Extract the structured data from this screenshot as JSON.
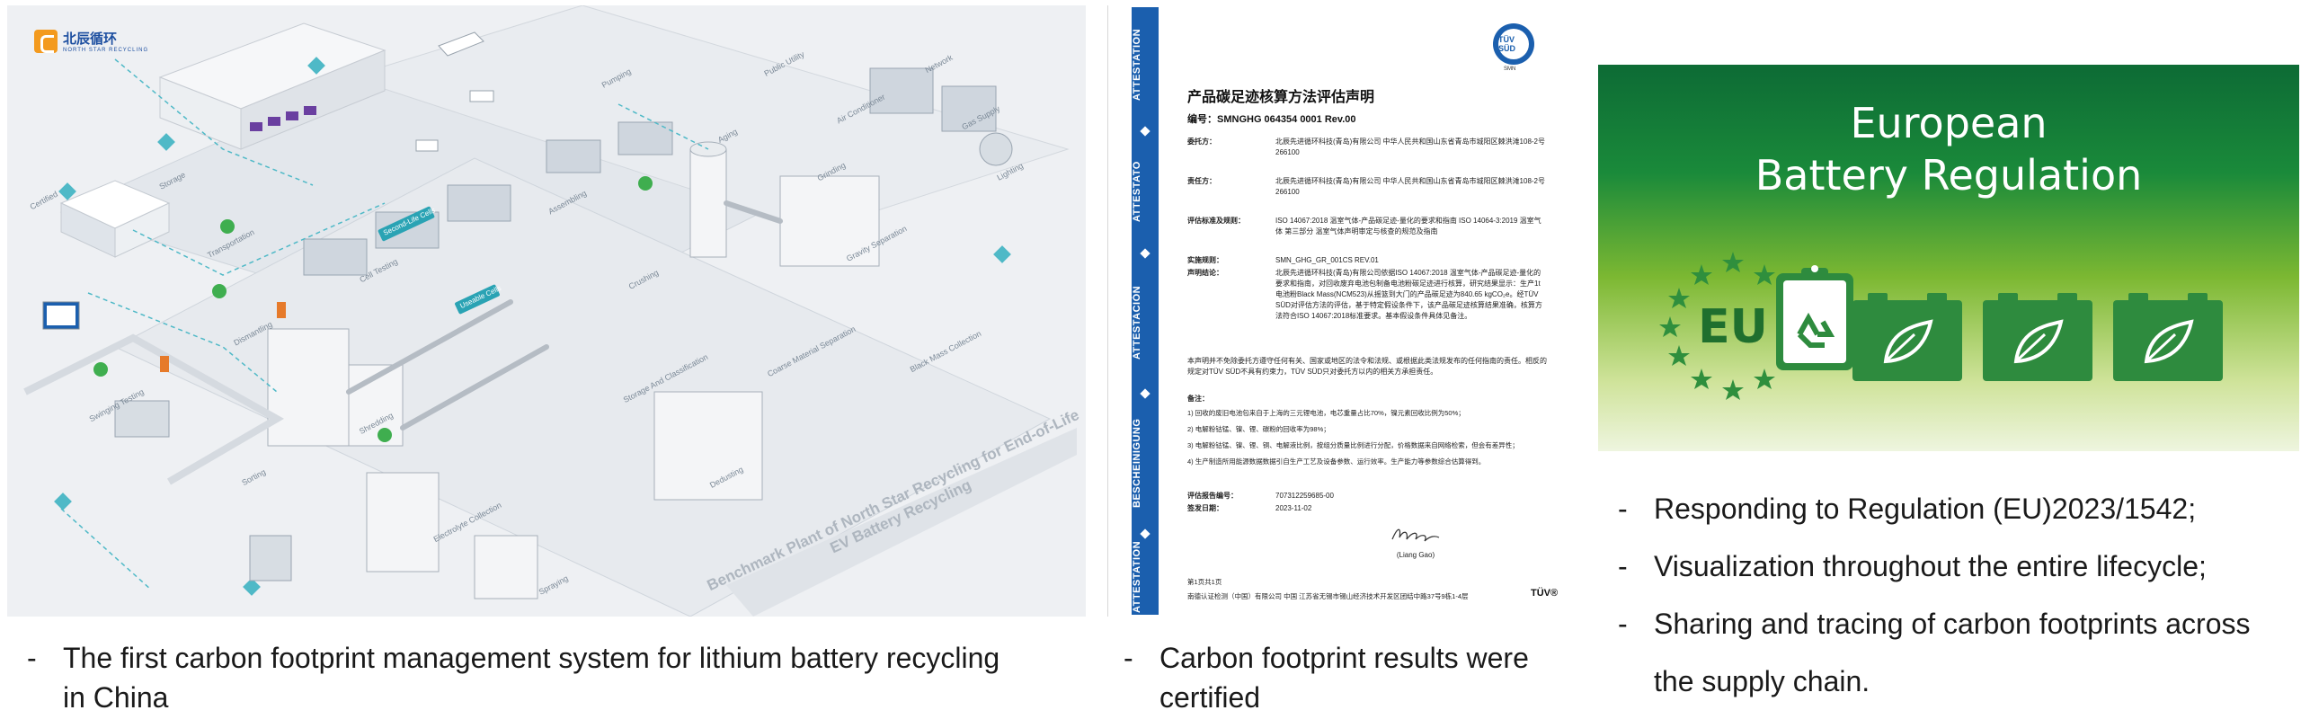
{
  "factory": {
    "logo_text": "北辰循环",
    "logo_sub": "NORTH STAR RECYCLING",
    "zones": [
      "Public Utility",
      "Air Conditioner",
      "Network",
      "Gas Supply",
      "Lighting",
      "Certified",
      "Pumping",
      "Storage",
      "Transportation",
      "Assembling",
      "Aging",
      "Cell Testing",
      "Dismantling",
      "Swinging Testing",
      "Shredding",
      "Sorting",
      "Electrolyte Collection",
      "Storage And Classification",
      "Crushing",
      "Coarse Material Separation",
      "Gravity Separation",
      "Black Mass Collection",
      "Dedusting",
      "Grinding",
      "Spraying"
    ],
    "green_labels": [
      "Second-Life Cells",
      "Useable Cells"
    ],
    "banner": "Benchmark Plant of North Star Recycling for End-of-Life EV Battery Recycling"
  },
  "certificate": {
    "strip_words": [
      "ATTESTATION",
      "ATTESTATO",
      "ATTESTACIÓN",
      "BESCHEINIGUNG",
      "ATTESTATION"
    ],
    "tuv_logo": "TÜV SÜD",
    "tuv_sub": "SMN",
    "title": "产品碳足迹核算方法评估声明",
    "number": "编号：SMNGHG 064354 0001 Rev.00",
    "rows": [
      {
        "key": "委托方：",
        "value": "北辰先进循环科技(青岛)有限公司 中华人民共和国山东省青岛市城阳区棘洪滩108-2号 266100"
      },
      {
        "key": "责任方：",
        "value": "北辰先进循环科技(青岛)有限公司 中华人民共和国山东省青岛市城阳区棘洪滩108-2号 266100"
      },
      {
        "key": "评估标准及规则：",
        "value": "ISO 14067:2018 温室气体-产品碳足迹-量化的要求和指南 ISO 14064-3:2019 温室气体 第三部分 温室气体声明审定与核查的规范及指南"
      },
      {
        "key": "实施规则：",
        "value": "SMN_GHG_GR_001CS REV.01"
      },
      {
        "key": "声明结论：",
        "value": "北辰先进循环科技(青岛)有限公司依据ISO 14067:2018 温室气体-产品碳足迹-量化的要求和指南，对回收废弃电池包制备电池粉碳足迹进行核算，研究结果显示：生产1t电池粉Black Mass(NCM523)从摇篮到大门的产品碳足迹为840.65 kgCO₂e。经TÜV SÜD对评估方法的评估，基于特定假设条件下，该产品碳足迹核算结果准确，核算方法符合ISO 14067:2018标准要求。基本假设条件具体见备注。"
      }
    ],
    "disclaimer": "本声明并不免除委托方遵守任何有关、国家或地区的法令和法规、或根据此类法规发布的任何指南的责任。相反的规定对TÜV SÜD不具有约束力，TÜV SÜD只对委托方以内的相关方承担责任。",
    "notes_title": "备注：",
    "notes": [
      "1)   回收的废旧电池包来自于上海的三元锂电池，电芯重量占比70%，镍元素回收比例为50%；",
      "2)   电解粉钴锰、镍、锂、碳粉的回收率为98%；",
      "3)   电解粉钴锰、镍、锂、铜、电解液比例，按组分质量比例进行分配，价格数据来自网络检索，但会有差异性；",
      "4)   生产制造所用能源数据数据引自生产工艺及设备参数、运行效率。生产能力等参数综合估算得到。"
    ],
    "report_no_label": "评估报告编号：",
    "report_no": "707312259685-00",
    "date_label": "签发日期：",
    "date": "2023-11-02",
    "signature": "Liang Gao",
    "signer": "(Liang Gao)",
    "page": "第1页共1页",
    "footer": "南德认证检测（中国）有限公司    中国 江苏省无锡市锡山经济技术开发区团结中路37号9栋1-4层",
    "footer_tuv": "TÜV®"
  },
  "eu_banner": {
    "title_line1": "European",
    "title_line2": "Battery Regulation",
    "badge": "EU"
  },
  "captions": {
    "factory_line1": "The first carbon footprint management system for lithium battery recycling",
    "factory_line2": "in China",
    "cert_line1": "Carbon footprint results were",
    "cert_line2": "certified",
    "bullets": [
      "Responding to Regulation (EU)2023/1542;",
      "Visualization throughout the entire lifecycle;",
      "Sharing and tracing of carbon footprints across",
      "the supply chain."
    ],
    "dash": "-"
  },
  "colors": {
    "cert_blue": "#1b5fae",
    "eu_green": "#1a8a3a",
    "marker_green": "#3fae4f"
  }
}
